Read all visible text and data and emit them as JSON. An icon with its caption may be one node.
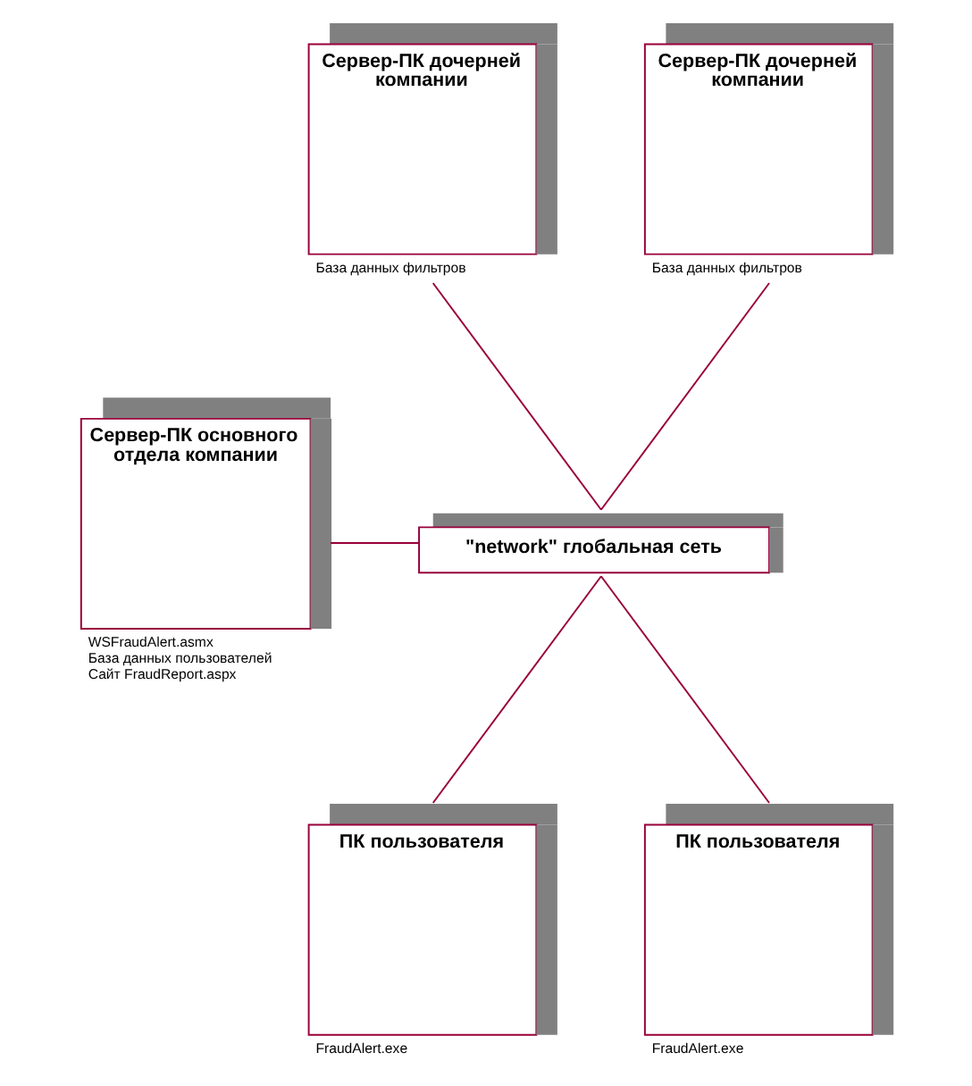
{
  "diagram": {
    "nodes": [
      {
        "text": [
          "Сервер-ПК дочерней компании"
        ],
        "beside": [
          "База данных фильтров"
        ]
      },
      {
        "text": [
          "Сервер-ПК дочерней компании"
        ],
        "beside": [
          "База данных фильтров"
        ]
      },
      {
        "text": [
          "Сервер-ПК основного отдела компании"
        ],
        "beside": [
          "WSFraudAlert.asmx",
          "База данных пользователей",
          "Сайт FraudReport.aspx"
        ]
      },
      {
        "text": [
          "\"network\" глобальная сеть"
        ]
      },
      {
        "text": [
          "ПК пользователя"
        ],
        "beside": [
          "FraudAlert.exe"
        ]
      },
      {
        "text": [
          "ПК пользователя"
        ],
        "beside": [
          "FraudAlert.exe"
        ]
      }
    ],
    "edges": [
      {
        "from": 0,
        "to": 3,
        "arrow": "none"
      },
      {
        "from": 1,
        "to": 3,
        "arrow": "none"
      },
      {
        "from": 2,
        "to": 3,
        "arrow": "none"
      },
      {
        "from": 3,
        "to": 4,
        "arrow": "none"
      },
      {
        "from": 3,
        "to": 5,
        "arrow": "none"
      }
    ]
  }
}
